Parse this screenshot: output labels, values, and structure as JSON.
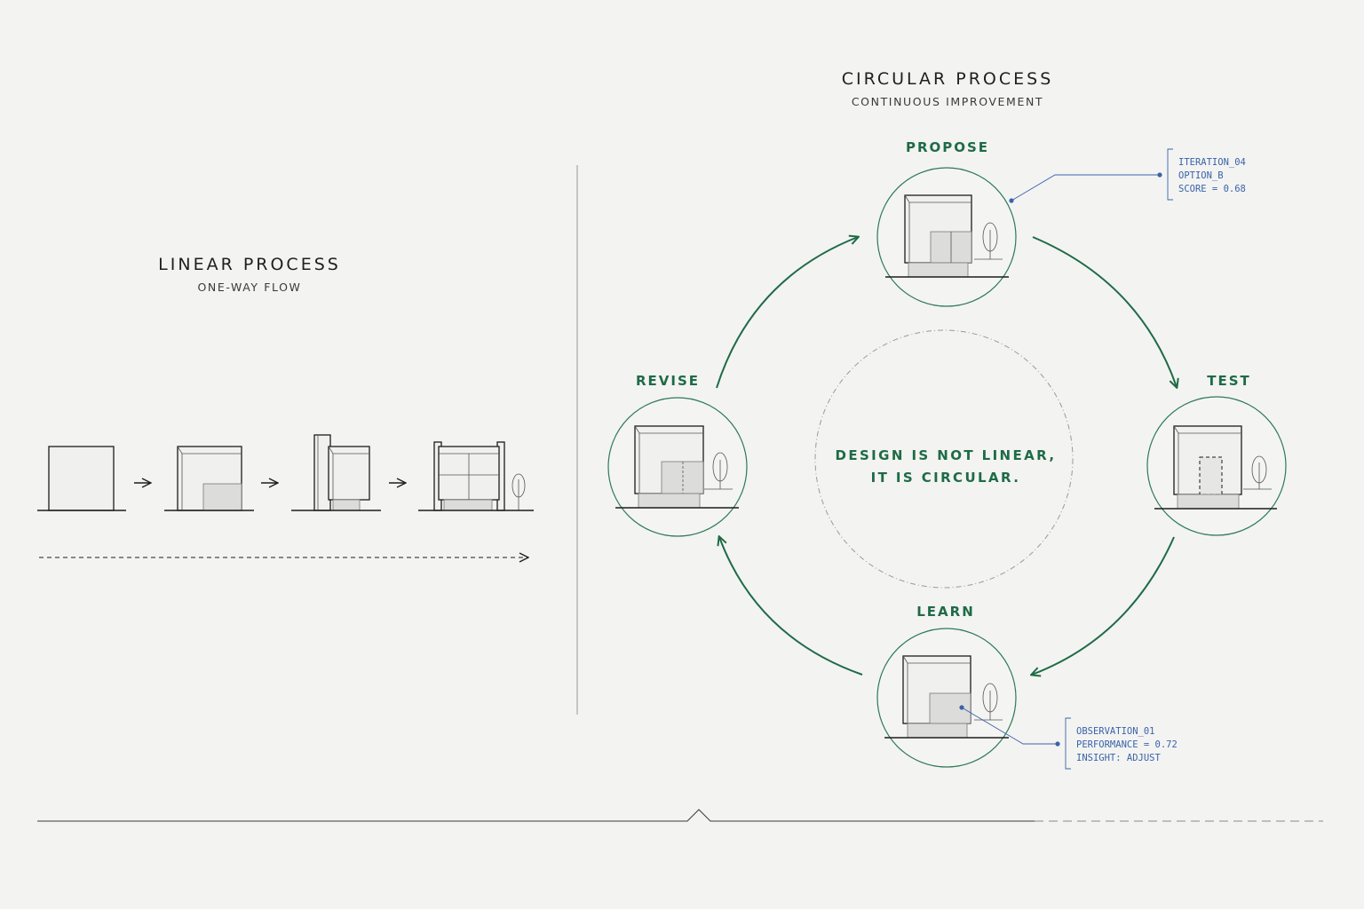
{
  "linear": {
    "title": "LINEAR PROCESS",
    "subtitle": "ONE-WAY FLOW"
  },
  "circular": {
    "title": "CIRCULAR PROCESS",
    "subtitle": "CONTINUOUS IMPROVEMENT",
    "center_line1": "DESIGN IS NOT LINEAR,",
    "center_line2": "IT IS CIRCULAR.",
    "stages": {
      "propose": "PROPOSE",
      "test": "TEST",
      "learn": "LEARN",
      "revise": "REVISE"
    },
    "note_top": {
      "line1": "ITERATION_04",
      "line2": "OPTION_B",
      "line3": "SCORE = 0.68"
    },
    "note_bottom": {
      "line1": "OBSERVATION_01",
      "line2": "PERFORMANCE = 0.72",
      "line3": "INSIGHT: ADJUST"
    }
  },
  "colors": {
    "accent_green": "#1e6b45",
    "annotation_blue": "#3a63a8",
    "background": "#f3f3f2"
  }
}
